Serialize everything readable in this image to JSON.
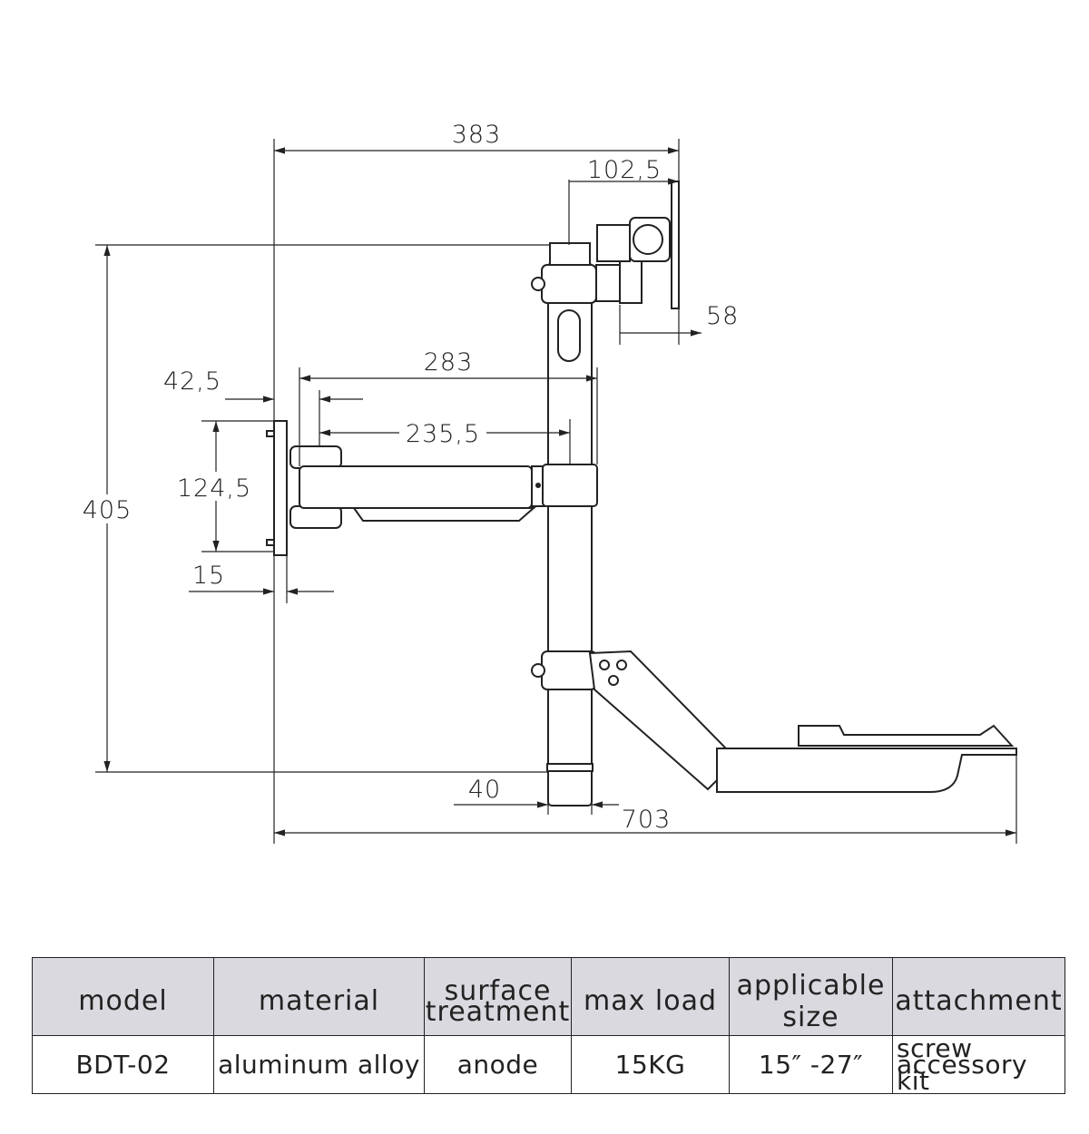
{
  "dimensions": {
    "d383": "383",
    "d102_5": "102,5",
    "d58": "58",
    "d283": "283",
    "d42_5": "42,5",
    "d235_5": "235,5",
    "d124_5": "124,5",
    "d15": "15",
    "d405": "405",
    "d40": "40",
    "d703": "703"
  },
  "spec_table": {
    "headers": {
      "model": "model",
      "material": "material",
      "surface_line1": "surface",
      "surface_line2": "treatment",
      "max_load": "max load",
      "applicable_size": "applicable size",
      "attachment": "attachment"
    },
    "row": {
      "model": "BDT-02",
      "material": "aluminum alloy",
      "surface": "anode",
      "max_load": "15KG",
      "applicable_size": "15″  -27″",
      "attachment_line1": "screw accessory",
      "attachment_line2": "kit"
    }
  }
}
